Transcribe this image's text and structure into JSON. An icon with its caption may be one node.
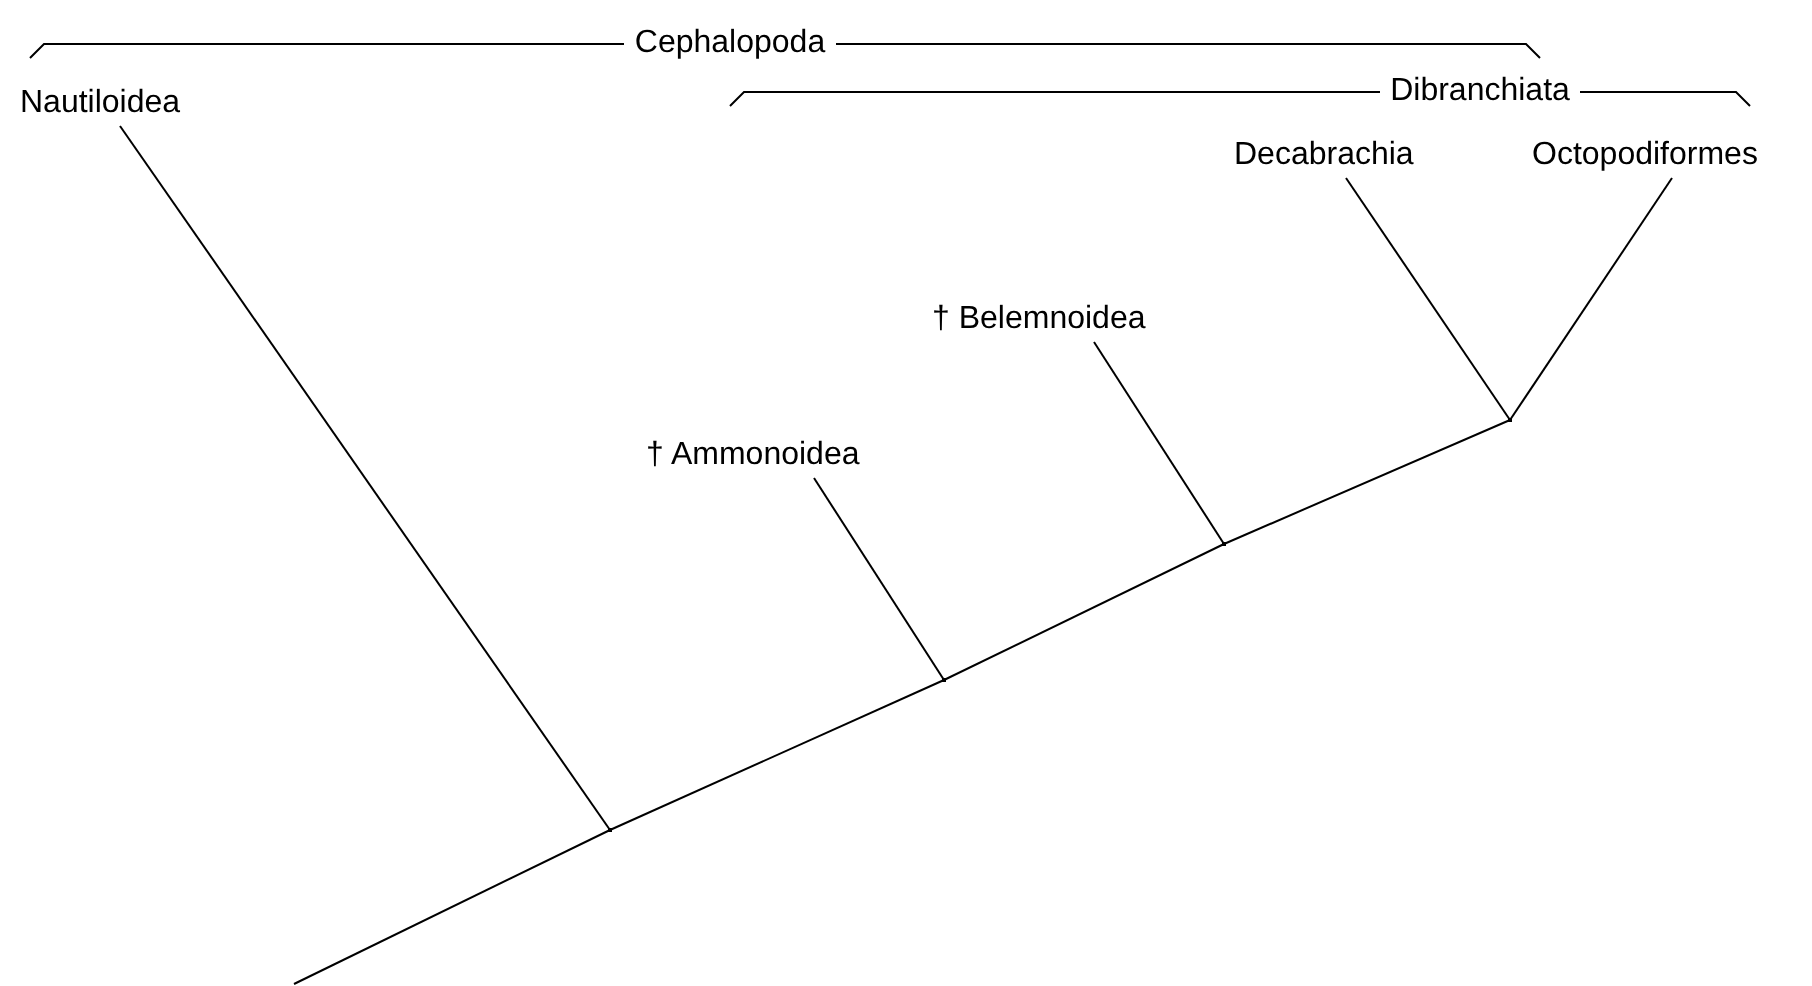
{
  "diagram": {
    "nodes": [
      {
        "text": [
          "Nautiloidea"
        ]
      },
      {
        "text": [
          "† Ammonoidea"
        ]
      },
      {
        "text": [
          "† Belemnoidea"
        ]
      },
      {
        "text": [
          "Decabrachia"
        ]
      },
      {
        "text": [
          "Octopodiformes"
        ]
      },
      {
        "text": [],
        "shape": "point"
      },
      {
        "text": [],
        "shape": "point"
      },
      {
        "text": [],
        "shape": "point"
      },
      {
        "text": [],
        "shape": "point"
      }
    ],
    "edges": [
      {
        "from": null,
        "to": 5,
        "arrow": "none"
      },
      {
        "from": 5,
        "to": 6,
        "arrow": "none"
      },
      {
        "from": 6,
        "to": 7,
        "arrow": "none"
      },
      {
        "from": 7,
        "to": 8,
        "arrow": "none"
      },
      {
        "from": 5,
        "to": 0,
        "arrow": "none"
      },
      {
        "from": 6,
        "to": 1,
        "arrow": "none"
      },
      {
        "from": 7,
        "to": 2,
        "arrow": "none"
      },
      {
        "from": 8,
        "to": 3,
        "arrow": "none"
      },
      {
        "from": 8,
        "to": 4,
        "arrow": "none"
      }
    ],
    "labels": [
      "Cephalopoda",
      "Dibranchiata"
    ]
  }
}
